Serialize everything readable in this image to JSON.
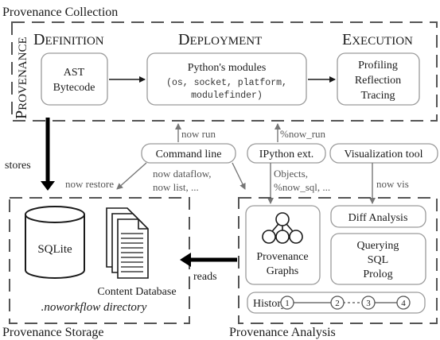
{
  "collection": {
    "title": "Provenance Collection",
    "side_label_cap": "P",
    "side_label_rest": "ROVENANCE",
    "definition": {
      "heading_cap": "D",
      "heading_rest": "EFINITION",
      "lines": [
        "AST",
        "Bytecode"
      ]
    },
    "deployment": {
      "heading_cap": "D",
      "heading_rest": "EPLOYMENT",
      "title": "Python's modules",
      "mono_lines": [
        "(os, socket, platform,",
        "modulefinder)"
      ]
    },
    "execution": {
      "heading_cap": "E",
      "heading_rest": "XECUTION",
      "lines": [
        "Profiling",
        "Reflection",
        "Tracing"
      ]
    }
  },
  "tools": {
    "command_line": "Command line",
    "ipython": "IPython ext.",
    "visualization": "Visualization tool"
  },
  "labels": {
    "now_run": "now run",
    "pct_now_run": "%now_run",
    "stores": "stores",
    "now_restore": "now restore",
    "now_dataflow": "now dataflow,",
    "now_list": "now list, ...",
    "objects": "Objects,",
    "pct_now_sql": "%now_sql, ...",
    "now_vis": "now vis",
    "reads": "reads"
  },
  "storage": {
    "title": "Provenance Storage",
    "sqlite": "SQLite",
    "content_db": "Content Database",
    "directory": ".noworkflow directory"
  },
  "analysis": {
    "title": "Provenance Analysis",
    "graphs": [
      "Provenance",
      "Graphs"
    ],
    "diff": "Diff Analysis",
    "querying": [
      "Querying",
      "SQL",
      "Prolog"
    ],
    "history": "History",
    "history_nodes": [
      "1",
      "2",
      "3",
      "4"
    ]
  }
}
